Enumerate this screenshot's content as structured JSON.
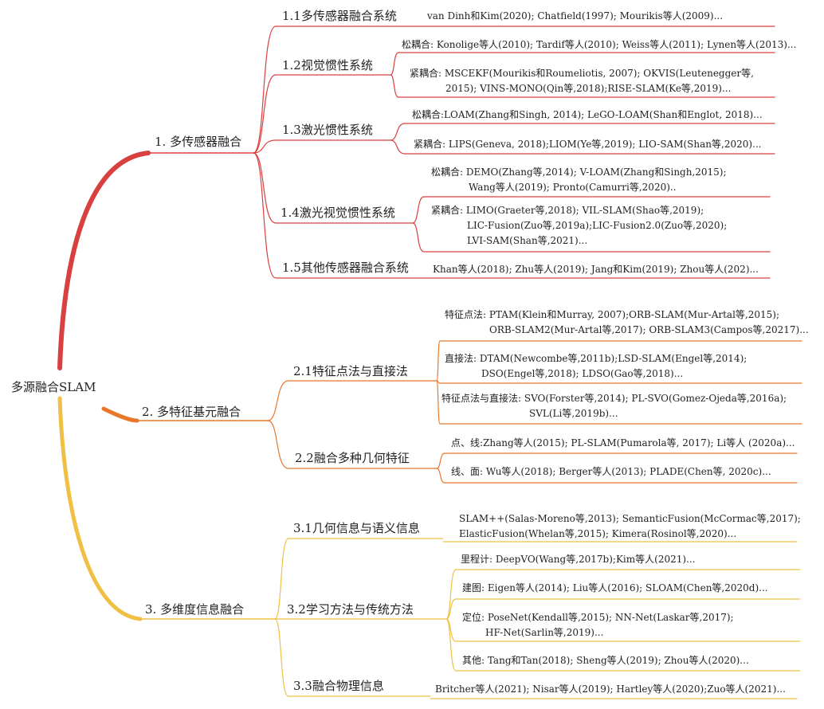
{
  "root": {
    "label": "多源融合SLAM"
  },
  "colors": {
    "branch1": "#d94040",
    "branch2": "#e8762b",
    "branch3": "#efc043"
  },
  "categories": [
    {
      "label": "1. 多传感器融合",
      "subs": [
        {
          "label": "1.1多传感器融合系统",
          "leaves": [
            {
              "lines": [
                "van Dinh和Kim(2020); Chatfield(1997); Mourikis等人(2009)..."
              ]
            }
          ]
        },
        {
          "label": "1.2视觉惯性系统",
          "leaves": [
            {
              "lines": [
                "松耦合: Konolige等人(2010); Tardif等人(2010); Weiss等人(2011); Lynen等人(2013)..."
              ]
            },
            {
              "lines": [
                "紧耦合: MSCEKF(Mourikis和Roumeliotis, 2007); OKVIS(Leutenegger等,",
                "2015); VINS-MONO(Qin等,2018);RISE-SLAM(Ke等,2019)..."
              ]
            }
          ]
        },
        {
          "label": "1.3激光惯性系统",
          "leaves": [
            {
              "lines": [
                "松耦合:LOAM(Zhang和Singh, 2014); LeGO-LOAM(Shan和Englot, 2018)..."
              ]
            },
            {
              "lines": [
                "紧耦合: LIPS(Geneva, 2018);LIOM(Ye等,2019); LIO-SAM(Shan等,2020)..."
              ]
            }
          ]
        },
        {
          "label": "1.4激光视觉惯性系统",
          "leaves": [
            {
              "lines": [
                "松耦合: DEMO(Zhang等,2014); V-LOAM(Zhang和Singh,2015);",
                "Wang等人(2019); Pronto(Camurri等,2020).."
              ]
            },
            {
              "lines": [
                "紧耦合: LIMO(Graeter等,2018); VIL-SLAM(Shao等,2019);",
                "LIC-Fusion(Zuo等,2019a);LIC-Fusion2.0(Zuo等,2020);",
                "LVI-SAM(Shan等,2021)..."
              ]
            }
          ]
        },
        {
          "label": "1.5其他传感器融合系统",
          "leaves": [
            {
              "lines": [
                "Khan等人(2018); Zhu等人(2019); Jang和Kim(2019); Zhou等人(202)..."
              ]
            }
          ]
        }
      ]
    },
    {
      "label": "2. 多特征基元融合",
      "subs": [
        {
          "label": "2.1特征点法与直接法",
          "leaves": [
            {
              "lines": [
                "特征点法: PTAM(Klein和Murray, 2007);ORB-SLAM(Mur-Artal等,2015);",
                "ORB-SLAM2(Mur-Artal等,2017); ORB-SLAM3(Campos等,20217)..."
              ]
            },
            {
              "lines": [
                "直接法: DTAM(Newcombe等,2011b);LSD-SLAM(Engel等,2014);",
                "DSO(Engel等,2018); LDSO(Gao等,2018)..."
              ]
            },
            {
              "lines": [
                "特征点法与直接法: SVO(Forster等,2014); PL-SVO(Gomez-Ojeda等,2016a);",
                "SVL(Li等,2019b)..."
              ]
            }
          ]
        },
        {
          "label": "2.2融合多种几何特征",
          "leaves": [
            {
              "lines": [
                "点、线:Zhang等人(2015); PL-SLAM(Pumarola等, 2017); Li等人 (2020a)..."
              ]
            },
            {
              "lines": [
                "线、面: Wu等人(2018); Berger等人(2013); PLADE(Chen等, 2020c)..."
              ]
            }
          ]
        }
      ]
    },
    {
      "label": "3. 多维度信息融合",
      "subs": [
        {
          "label": "3.1几何信息与语义信息",
          "leaves": [
            {
              "lines": [
                "SLAM++(Salas-Moreno等,2013); SemanticFusion(McCormac等,2017);",
                "ElasticFusion(Whelan等,2015); Kimera(Rosinol等,2020)..."
              ]
            }
          ]
        },
        {
          "label": "3.2学习方法与传统方法",
          "leaves": [
            {
              "lines": [
                "里程计: DeepVO(Wang等,2017b);Kim等人(2021)..."
              ]
            },
            {
              "lines": [
                "建图: Eigen等人(2014); Liu等人(2016); SLOAM(Chen等,2020d)..."
              ]
            },
            {
              "lines": [
                "定位: PoseNet(Kendall等,2015); NN-Net(Laskar等,2017);",
                "HF-Net(Sarlin等,2019)..."
              ]
            },
            {
              "lines": [
                "其他: Tang和Tan(2018); Sheng等人(2019); Zhou等人(2020)..."
              ]
            }
          ]
        },
        {
          "label": "3.3融合物理信息",
          "leaves": [
            {
              "lines": [
                "Britcher等人(2021); Nisar等人(2019); Hartley等人(2020);Zuo等人(2021)..."
              ]
            }
          ]
        }
      ]
    }
  ]
}
